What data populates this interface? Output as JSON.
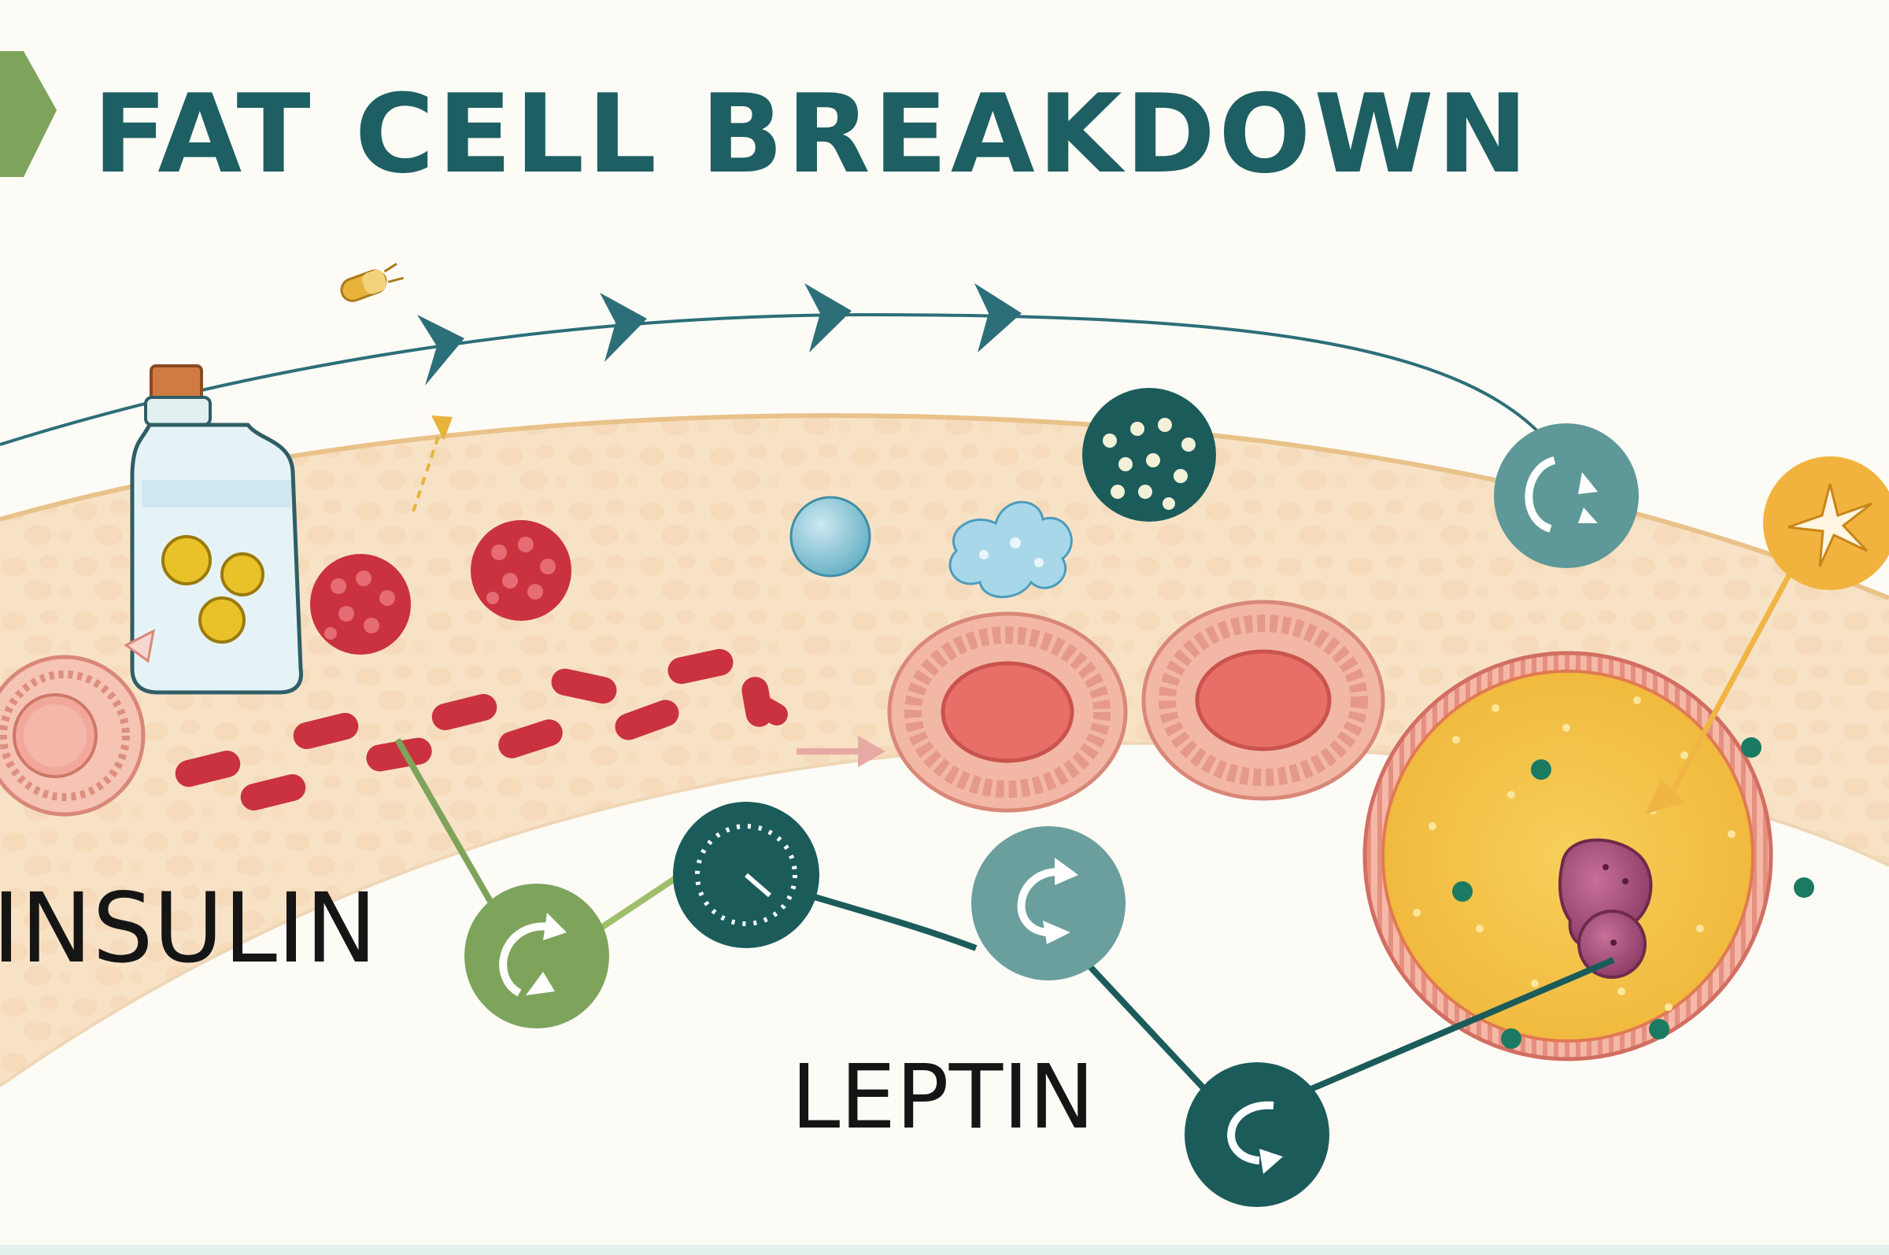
{
  "title": "FAT CELL BREAKDOWN",
  "labels": {
    "insulin": "INSULIN",
    "leptin": "LEPTIN"
  },
  "colors": {
    "title": "#1d5f63",
    "tissue_band": "#f8e2c6",
    "red_cell": "#c9323e",
    "teal_dark": "#1b5c5b",
    "teal_light": "#6a9f9e",
    "green": "#7ea35b",
    "fat_cell_yellow": "#f4c54a",
    "nucleus_purple": "#a04d77"
  },
  "icons": [
    "chevron-right-icon",
    "medicine-bottle-icon",
    "capsule-icon",
    "cycle-arrows-icon",
    "timer-gauge-icon",
    "starburst-icon"
  ]
}
